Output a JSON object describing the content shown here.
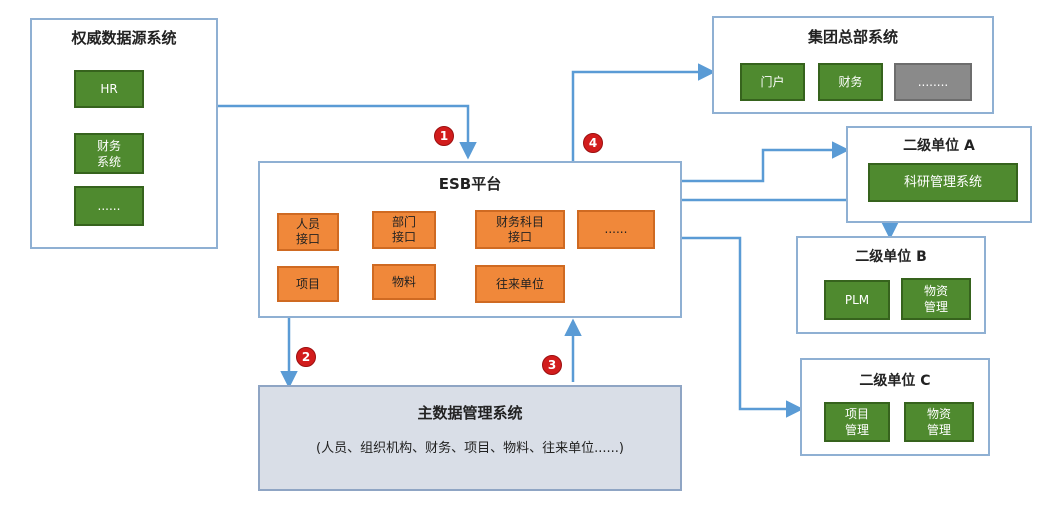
{
  "authority": {
    "title": "权威数据源系统",
    "boxes": [
      "HR",
      "财务\n系统",
      "......"
    ]
  },
  "esb": {
    "title": "ESB平台",
    "boxes": [
      "人员\n接口",
      "部门\n接口",
      "财务科目\n接口",
      "......",
      "项目",
      "物料",
      "往来单位"
    ]
  },
  "group": {
    "title": "集团总部系统",
    "boxes": [
      "门户",
      "财务",
      "........"
    ]
  },
  "unit_a": {
    "title": "二级单位 A",
    "boxes": [
      "科研管理系统"
    ]
  },
  "unit_b": {
    "title": "二级单位 B",
    "boxes": [
      "PLM",
      "物资\n管理"
    ]
  },
  "unit_c": {
    "title": "二级单位 C",
    "boxes": [
      "项目\n管理",
      "物资\n管理"
    ]
  },
  "mdm": {
    "title": "主数据管理系统",
    "subtitle": "(人员、组织机构、财务、项目、物料、往来单位......)"
  },
  "steps": [
    "1",
    "2",
    "3",
    "4"
  ],
  "colors": {
    "green": "#4f8a2f",
    "orange": "#f0883a",
    "arrow": "#5a9bd5",
    "badge": "#d21c1c",
    "mdm_fill": "#d9dee7"
  }
}
